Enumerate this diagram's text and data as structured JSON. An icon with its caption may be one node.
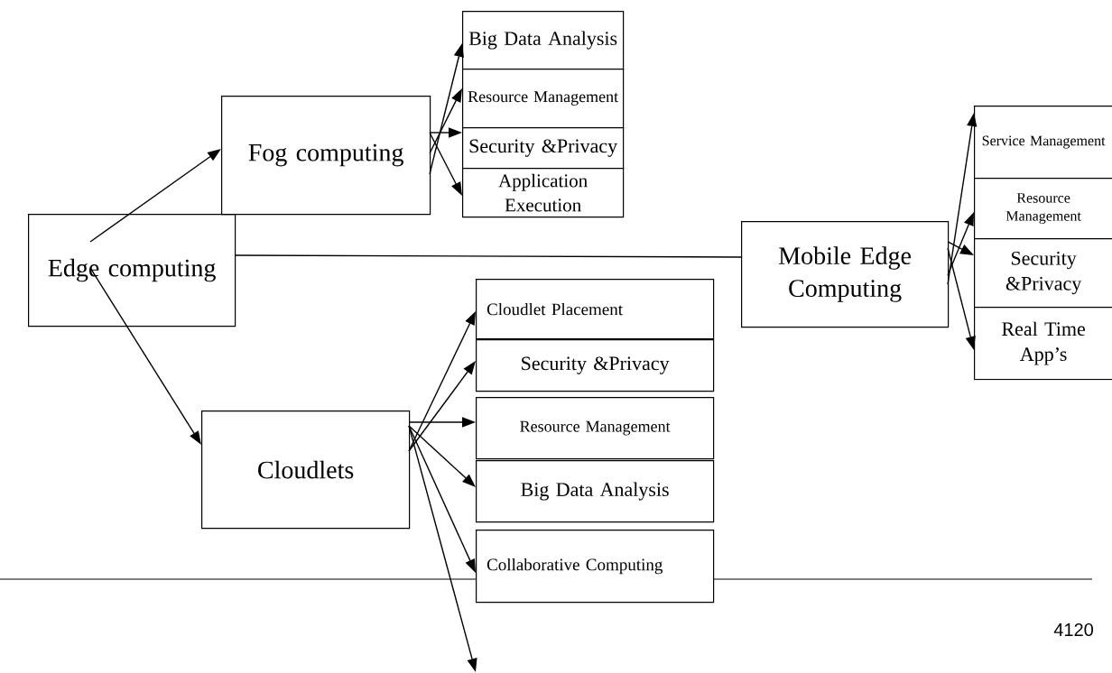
{
  "diagram": {
    "nodes": [
      {
        "text": [
          "Edge computing"
        ]
      },
      {
        "text": [
          "Fog computing"
        ]
      },
      {
        "text": [
          "Big Data Analysis"
        ]
      },
      {
        "text": [
          "Resource Management"
        ]
      },
      {
        "text": [
          "Security &Privacy"
        ]
      },
      {
        "text": [
          "Application Execution"
        ]
      },
      {
        "text": [
          "Mobile Edge Computing"
        ]
      },
      {
        "text": [
          "Service Management"
        ]
      },
      {
        "text": [
          "Resource Management"
        ]
      },
      {
        "text": [
          "Security &Privacy"
        ]
      },
      {
        "text": [
          "Real Time App’s"
        ]
      },
      {
        "text": [
          "Cloudlets"
        ]
      },
      {
        "text": [
          "Cloudlet Placement"
        ]
      },
      {
        "text": [
          "Security &Privacy"
        ]
      },
      {
        "text": [
          "Resource Management"
        ]
      },
      {
        "text": [
          "Big Data Analysis"
        ]
      },
      {
        "text": [
          "Collaborative Computing"
        ]
      }
    ],
    "edges": [
      {
        "from": 0,
        "to": 1,
        "arrow": "to"
      },
      {
        "from": 0,
        "to": 6,
        "arrow": "none"
      },
      {
        "from": 0,
        "to": 11,
        "arrow": "to"
      },
      {
        "from": 1,
        "to": 2,
        "arrow": "to"
      },
      {
        "from": 1,
        "to": 3,
        "arrow": "to"
      },
      {
        "from": 1,
        "to": 4,
        "arrow": "to"
      },
      {
        "from": 1,
        "to": 5,
        "arrow": "to"
      },
      {
        "from": 6,
        "to": 7,
        "arrow": "to"
      },
      {
        "from": 6,
        "to": 8,
        "arrow": "to"
      },
      {
        "from": 6,
        "to": 9,
        "arrow": "to"
      },
      {
        "from": 6,
        "to": 10,
        "arrow": "to"
      },
      {
        "from": 11,
        "to": 12,
        "arrow": "to"
      },
      {
        "from": 11,
        "to": 13,
        "arrow": "to"
      },
      {
        "from": 11,
        "to": 14,
        "arrow": "to"
      },
      {
        "from": 11,
        "to": 15,
        "arrow": "to"
      },
      {
        "from": 11,
        "to": 16,
        "arrow": "to"
      },
      {
        "from": 11,
        "to": null,
        "arrow": "to"
      }
    ],
    "labels": [
      "4120"
    ]
  }
}
